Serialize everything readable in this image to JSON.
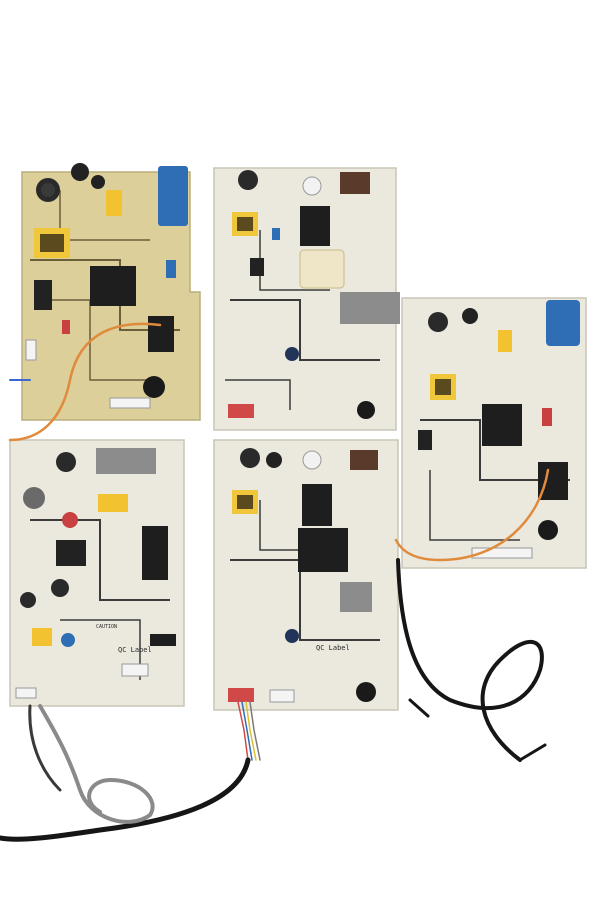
{
  "scene": {
    "description_visible_text": {
      "board_bottom_left_qc": "QC Label",
      "board_bottom_left_caution": "CAUTION",
      "board_bottom_center_qc": "QC Label"
    },
    "colors": {
      "background": "#ffffff",
      "pcb_cream": "#e9e6d9",
      "pcb_yellow": "#d8c98e",
      "copper_trace": "#3a3a3a",
      "capacitor_blue": "#2f6db5",
      "relay_black": "#1e1e1e",
      "connector_red": "#d04848",
      "wire_orange": "#e08a3c",
      "cable_black": "#161616",
      "cable_grey": "#8a8a8a",
      "transformer_yellow": "#f0c63a",
      "capacitor_yellow": "#f2c230"
    },
    "objects": [
      "pcb-top-left",
      "pcb-top-center",
      "pcb-right",
      "pcb-bottom-left",
      "pcb-bottom-center",
      "wire-harness"
    ]
  }
}
